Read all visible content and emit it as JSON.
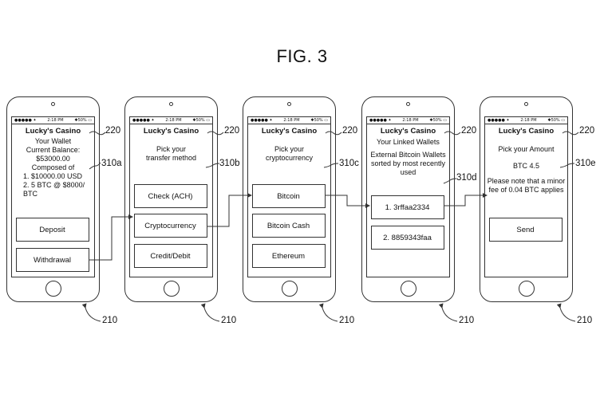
{
  "figure_title": "FIG. 3",
  "status_bar": {
    "signal": "●●●●● ✦",
    "time": "2:18 PM",
    "battery": "✱50% ▭"
  },
  "app_title": "Lucky's Casino",
  "screens": [
    {
      "lines": [
        "Your Wallet",
        "Current Balance:",
        "$53000.00",
        "Composed of"
      ],
      "list": [
        "1. $10000.00 USD",
        "2. 5 BTC @ $8000/",
        "BTC"
      ],
      "buttons": [
        "Deposit",
        "Withdrawal"
      ]
    },
    {
      "lines": [
        "Pick your",
        "transfer method"
      ],
      "buttons": [
        "Check (ACH)",
        "Cryptocurrency",
        "Credit/Debit"
      ]
    },
    {
      "lines": [
        "Pick your",
        "cryptocurrency"
      ],
      "buttons": [
        "Bitcoin",
        "Bitcoin Cash",
        "Ethereum"
      ]
    },
    {
      "lines": [
        "Your Linked Wallets",
        "External Bitcoin Wallets",
        "sorted by most recently",
        "used"
      ],
      "buttons": [
        "1. 3rffaa2334",
        "2. 8859343faa"
      ]
    },
    {
      "lines": [
        "Pick your Amount",
        "BTC 4.5",
        "Please note that a minor",
        "fee of 0.04 BTC applies"
      ],
      "buttons": [
        "Send"
      ]
    }
  ],
  "refs": {
    "title": "220",
    "device": "210",
    "screens": [
      "310a",
      "310b",
      "310c",
      "310d",
      "310e"
    ]
  }
}
